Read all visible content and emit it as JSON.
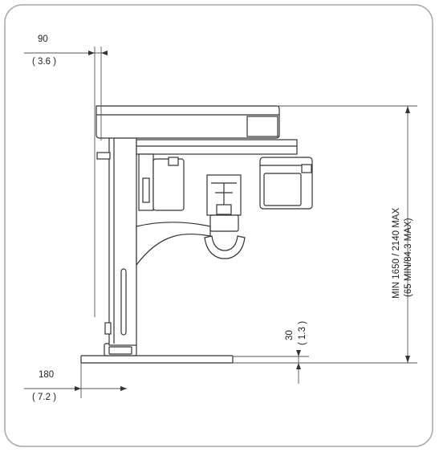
{
  "dimensions": {
    "top_offset": {
      "value": "90",
      "imperial": "( 3.6 )"
    },
    "bottom_offset": {
      "value": "180",
      "imperial": "( 7.2 )"
    },
    "floor_clearance": {
      "value": "30",
      "imperial": "( 1.3 )"
    },
    "height_range": {
      "line1": "MIN 1650 / 2140 MAX",
      "line2": "(65 MIN/84.3 MAX)"
    }
  },
  "colors": {
    "line": "#333333",
    "dim_line": "#555555",
    "frame": "#9a9a9a"
  }
}
